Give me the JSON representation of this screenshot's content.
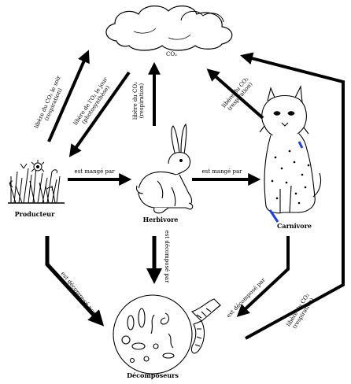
{
  "nodes": {
    "cloud_co2": "CO₂",
    "producer": "Producteur",
    "herbivore": "Herbivore",
    "carnivore": "Carnivore",
    "decomposers": "Décomposeurs"
  },
  "edge_labels": {
    "producer_to_herbivore": "est mangé par",
    "herbivore_to_carnivore": "est mangé par",
    "producer_to_decomposers": "est décomposé par",
    "herbivore_to_decomposers": "est décomposé par",
    "carnivore_to_decomposers": "est décomposé par",
    "producer_releases_line1": "libère du CO₂ le soir",
    "producer_releases_line2": "(respiration)",
    "producer_absorbs_line1": "libère de l'O₂ le jour",
    "producer_absorbs_line2": "(photosynthèse)",
    "herbivore_releases_line1": "libère du CO₂",
    "herbivore_releases_line2": "(respiration)",
    "carnivore_releases_line1": "libère du CO₂",
    "carnivore_releases_line2": "(respiration)",
    "decomposers_release_line1": "libère du CO₂",
    "decomposers_release_line2": "(respiration)"
  },
  "colors": {
    "ink": "#000000",
    "accent": "#1f3fd8"
  }
}
